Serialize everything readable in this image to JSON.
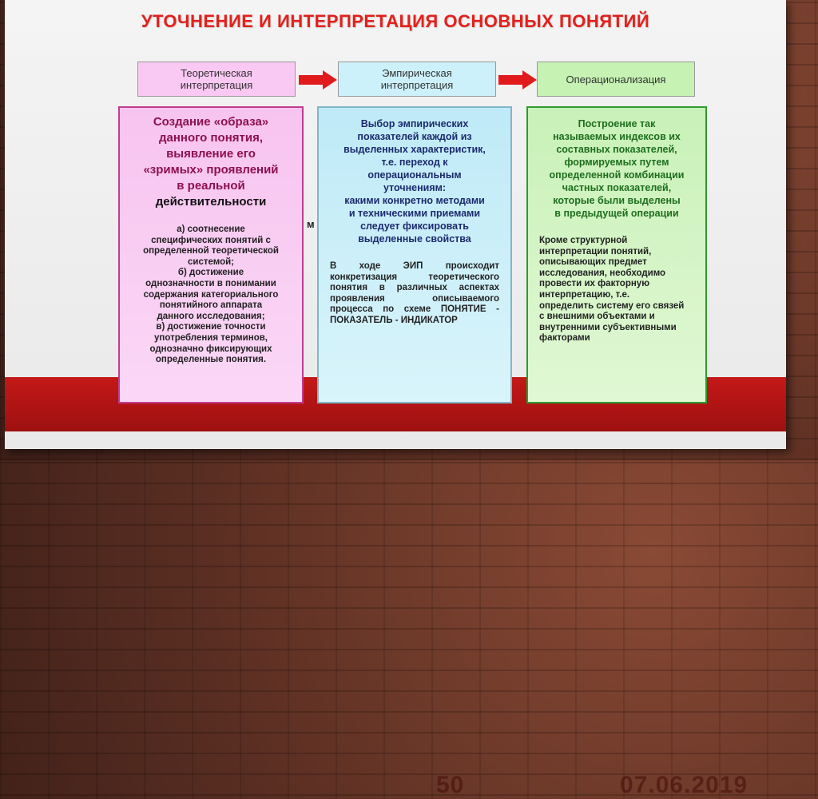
{
  "title": "УТОЧНЕНИЕ И ИНТЕРПРЕТАЦИЯ ОСНОВНЫХ ПОНЯТИЙ",
  "headers": [
    {
      "label": "Теоретическая\nинтерпретация",
      "color": "#f9c8f3"
    },
    {
      "label": "Эмпирическая\nинтерпретация",
      "color": "#cdf1fb"
    },
    {
      "label": "Операционализация",
      "color": "#c6f2b3"
    }
  ],
  "colors": {
    "title": "#e3201b",
    "arrow": "#e11b1b",
    "band": "#c41818"
  },
  "stray_letter": "м",
  "footer": {
    "left": "50",
    "right": "07.06.2019"
  },
  "col1": {
    "lead": "Создание «образа»\nданного понятия,\nвыявление его\n«зримых» проявлений\nв реальной",
    "lead_last": "действительности",
    "list": "а) соотнесение\nспецифических понятий с\nопределенной теоретической\nсистемой;\nб) достижение\nоднозначности в понимании\nсодержания категориального\nпонятийного аппарата\nданного исследования;\nв) достижение точности\nупотребления терминов,\nоднозначно фиксирующих\nопределенные понятия."
  },
  "col2": {
    "lead": "Выбор эмпирических\nпоказателей каждой из\nвыделенных характеристик,\nт.е. переход к\nоперациональным\nуточнениям:\nкакими конкретно методами\nи техническими приемами\nследует фиксировать\nвыделенные свойства",
    "body": "В ходе ЭИП происходит конкретизация теоретического понятия в различных аспектах проявления описываемого процесса по схеме ПОНЯТИЕ - ПОКАЗАТЕЛЬ - ИНДИКАТОР"
  },
  "col3": {
    "lead": "Построение так\nназываемых индексов их\nсоставных показателей,\nформируемых путем\nопределенной комбинации\nчастных показателей,\nкоторые были выделены\nв предыдущей операции",
    "body": "Кроме структурной\nинтерпретации понятий,\nописывающих предмет\nисследования, необходимо\nпровести их факторную\nинтерпретацию, т.е.\nопределить систему его связей\nс внешними объектами и\nвнутренними субъективными\nфакторами"
  }
}
